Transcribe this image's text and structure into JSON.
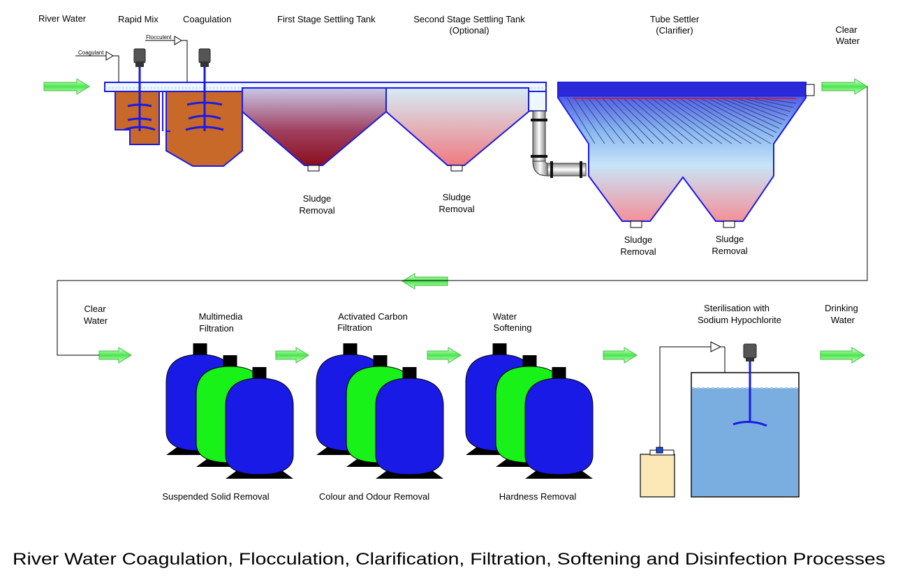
{
  "top_labels": {
    "river_water": "River Water",
    "rapid_mix": "Rapid Mix",
    "coagulation": "Coagulation",
    "first_stage": "First Stage Settling Tank",
    "second_stage_1": "Second Stage Settling Tank",
    "second_stage_2": "(Optional)",
    "tube_settler_1": "Tube Settler",
    "tube_settler_2": "(Clarifier)",
    "clear_water_1": "Clear",
    "clear_water_2": "Water",
    "coagulant": "Coagulant",
    "flocculent": "Flocculent"
  },
  "sludge": {
    "line1": "Sludge",
    "line2": "Removal"
  },
  "bottom_labels": {
    "clear_water_1": "Clear",
    "clear_water_2": "Water",
    "multimedia_1": "Multimedia",
    "multimedia_2": "Filtration",
    "carbon_1": "Activated Carbon",
    "carbon_2": "Filtration",
    "softening_1": "Water",
    "softening_2": "Softening",
    "steril_1": "Sterilisation with",
    "steril_2": "Sodium Hypochlorite",
    "drinking_1": "Drinking",
    "drinking_2": "Water",
    "suspended": "Suspended Solid Removal",
    "colour": "Colour and Odour Removal",
    "hardness": "Hardness Removal"
  },
  "caption": "River Water Coagulation, Flocculation, Clarification, Filtration, Softening and Disinfection Processes",
  "colors": {
    "tank_blue": "#1a1ae6",
    "tank_green": "#19f219",
    "coag_brown": "#c8692a",
    "settle_dark": "#8a1020",
    "settle_pink": "#f08a8a",
    "water_blue": "#7fb0e0",
    "arrow_green": "#5cf05c"
  }
}
